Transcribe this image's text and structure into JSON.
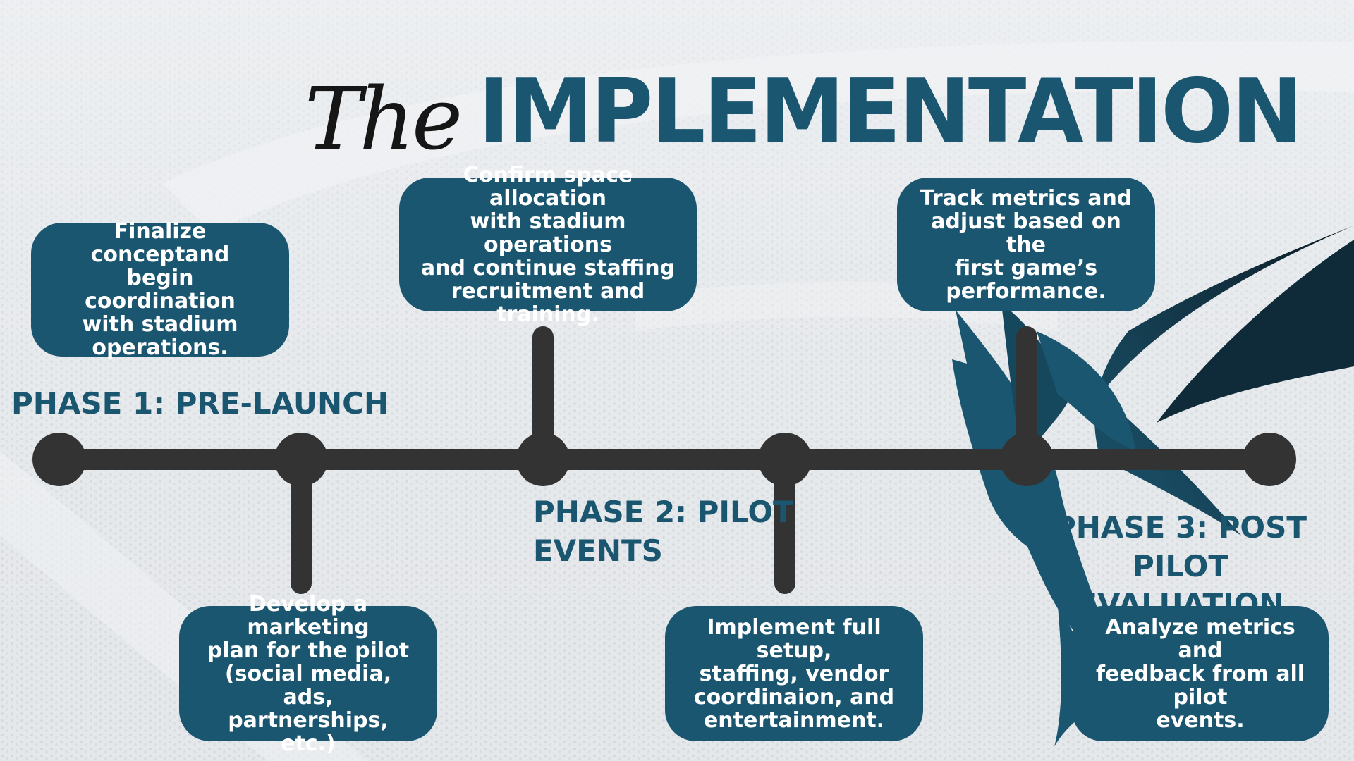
{
  "title": {
    "script": "The",
    "main": "IMPLEMENTATION"
  },
  "colors": {
    "accent": "#1b5670",
    "timeline": "#333333",
    "script": "#161616",
    "background": "#e9ecef"
  },
  "icons": {
    "logo": "eagle-wing-logo-icon"
  },
  "phases": [
    {
      "label": "PHASE 1: PRE-LAUNCH"
    },
    {
      "label": "PHASE 2: PILOT\nEVENTS"
    },
    {
      "label": "PHASE 3: POST PILOT\nEVALUATION"
    }
  ],
  "steps": [
    {
      "text": "Finalize conceptand\nbegin coordination\nwith stadium\noperations."
    },
    {
      "text": "Develop a marketing\nplan for the pilot\n(social media, ads,\npartnerships, etc.)"
    },
    {
      "text": "Confirm space allocation\nwith stadium operations\nand continue staffing\nrecruitment and training."
    },
    {
      "text": "Implement full setup,\nstaffing, vendor\ncoordinaion, and\nentertainment."
    },
    {
      "text": "Track metrics and\nadjust based on the\nfirst game’s\nperformance."
    },
    {
      "text": "Analyze metrics and\nfeedback from all pilot\nevents."
    }
  ]
}
